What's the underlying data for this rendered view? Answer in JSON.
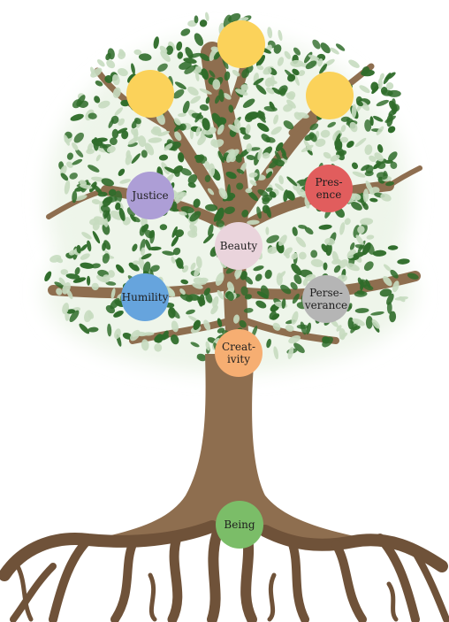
{
  "nodes": [
    {
      "id": "sun-top",
      "label": "",
      "color": "#fbd25a"
    },
    {
      "id": "sun-left",
      "label": "",
      "color": "#fbd25a"
    },
    {
      "id": "sun-right",
      "label": "",
      "color": "#fbd25a"
    },
    {
      "id": "justice",
      "label": "Justice",
      "color": "#ad9ed6"
    },
    {
      "id": "presence",
      "label": "Pres-\nence",
      "color": "#e15d5d"
    },
    {
      "id": "beauty",
      "label": "Beauty",
      "color": "#ead4dc"
    },
    {
      "id": "humility",
      "label": "Humility",
      "color": "#66a4dd"
    },
    {
      "id": "perseverance",
      "label": "Perse-\nverance",
      "color": "#b5b5b5"
    },
    {
      "id": "creativity",
      "label": "Creat-\nivity",
      "color": "#f6ae72"
    },
    {
      "id": "being",
      "label": "Being",
      "color": "#7bbd68"
    }
  ],
  "colors": {
    "trunk": "#8e6e4f",
    "trunk_dark": "#6f5239",
    "leaf_dark": "#2f6c2a",
    "leaf_light": "#c6dcc0",
    "canopy_glow": "#eef5ea"
  }
}
